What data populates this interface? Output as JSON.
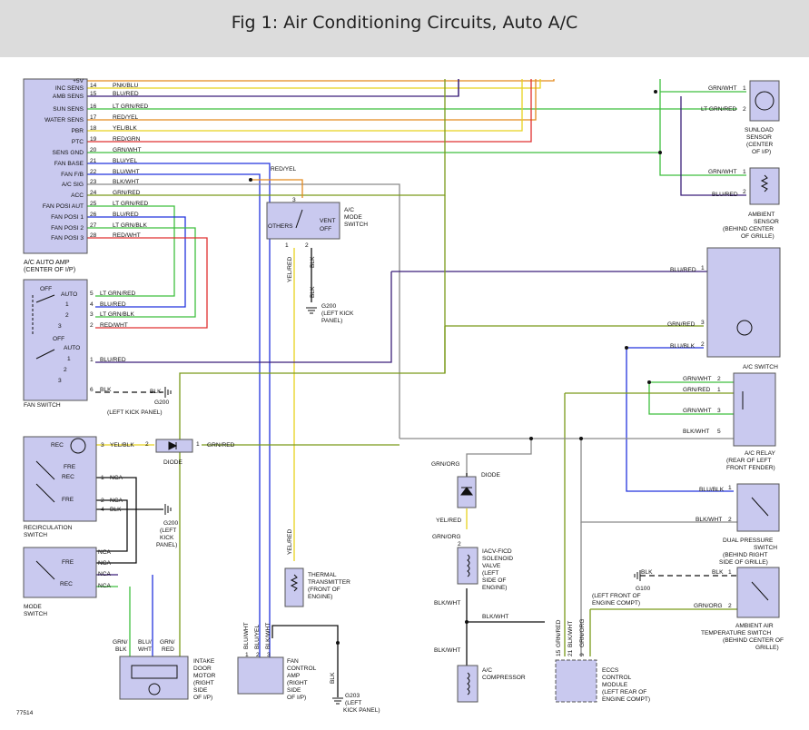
{
  "title": "Fig 1: Air Conditioning Circuits, Auto A/C",
  "figure_id": "77514",
  "colors": {
    "yellow": "#e8d21e",
    "green": "#3fbf3f",
    "blue": "#2233dd",
    "purple": "#3b1f7a",
    "red": "#e03030",
    "orange": "#e38a1e",
    "gray": "#8a8a8a",
    "olive": "#7a9a1a",
    "black": "#111111",
    "component_fill": "#c9c9ef"
  },
  "amp": {
    "pins": [
      {
        "label": "+5V",
        "num": "",
        "wire": "PNK/BLU"
      },
      {
        "label": "INC SENS",
        "num": "14",
        "wire": "PNK/BLU"
      },
      {
        "label": "AMB SENS",
        "num": "15",
        "wire": "BLU/RED"
      },
      {
        "label": "SUN SENS",
        "num": "16",
        "wire": "LT GRN/RED"
      },
      {
        "label": "WATER SENS",
        "num": "17",
        "wire": "RED/YEL"
      },
      {
        "label": "PBR",
        "num": "18",
        "wire": "YEL/BLK"
      },
      {
        "label": "PTC",
        "num": "19",
        "wire": "RED/GRN"
      },
      {
        "label": "SENS GND",
        "num": "20",
        "wire": "GRN/WHT"
      },
      {
        "label": "FAN BASE",
        "num": "21",
        "wire": "BLU/YEL"
      },
      {
        "label": "FAN F/B",
        "num": "22",
        "wire": "BLU/WHT"
      },
      {
        "label": "A/C SIG",
        "num": "23",
        "wire": "BLK/WHT"
      },
      {
        "label": "ACC",
        "num": "24",
        "wire": "GRN/RED"
      },
      {
        "label": "FAN POSI AUT",
        "num": "25",
        "wire": "LT GRN/RED"
      },
      {
        "label": "FAN POSI 1",
        "num": "26",
        "wire": "BLU/RED"
      },
      {
        "label": "FAN POSI 2",
        "num": "27",
        "wire": "LT GRN/BLK"
      },
      {
        "label": "FAN POSI 3",
        "num": "28",
        "wire": "RED/WHT"
      }
    ],
    "caption_1": "A/C AUTO AMP",
    "caption_2": "(CENTER OF I/P)"
  },
  "fan_switch": {
    "positions": [
      "OFF",
      "AUTO",
      "1",
      "2",
      "3",
      "OFF",
      "AUTO",
      "1",
      "2",
      "3"
    ],
    "pins": [
      {
        "num": "5",
        "wire": "LT GRN/RED"
      },
      {
        "num": "4",
        "wire": "BLU/RED"
      },
      {
        "num": "3",
        "wire": "LT GRN/BLK"
      },
      {
        "num": "2",
        "wire": "RED/WHT"
      },
      {
        "num": "1",
        "wire": "BLU/RED"
      },
      {
        "num": "6",
        "wire": "BLK"
      }
    ],
    "ground_wire": "BLK",
    "ground_label": "G200",
    "ground_caption": "(LEFT KICK PANEL)",
    "caption": "FAN SWITCH"
  },
  "ac_mode_switch": {
    "pin_top": "3",
    "pin_left": "1",
    "pin_right": "2",
    "label_others": "OTHERS",
    "label_vent": "VENT",
    "label_off": "OFF",
    "caption_1": "A/C",
    "caption_2": "MODE",
    "caption_3": "SWITCH",
    "wire_in": "RED/YEL",
    "wire_left": "YEL/RED",
    "wire_right": "BLK",
    "ground_wire": "BLK",
    "ground_label": "G200",
    "ground_caption_1": "(LEFT KICK",
    "ground_caption_2": "PANEL)"
  },
  "sunload": {
    "pin1": "1",
    "pin2": "2",
    "wire1": "GRN/WHT",
    "wire2": "LT GRN/RED",
    "caption": [
      "SUNLOAD",
      "SENSOR",
      "(CENTER",
      "OF I/P)"
    ]
  },
  "ambient": {
    "pin1": "1",
    "pin2": "2",
    "wire1": "GRN/WHT",
    "wire2": "BLU/RED",
    "caption": [
      "AMBIENT",
      "SENSOR",
      "(BEHIND CENTER",
      "OF GRILLE)"
    ]
  },
  "ac_switch": {
    "pin1": "1",
    "pin3": "3",
    "pin2": "2",
    "wire1": "BLU/RED",
    "wire3": "GRN/RED",
    "wire2": "BLU/BLK",
    "caption": "A/C SWITCH"
  },
  "ac_relay": {
    "pins": [
      {
        "num": "2",
        "wire": "GRN/WHT"
      },
      {
        "num": "1",
        "wire": "GRN/RED"
      },
      {
        "num": "3",
        "wire": "GRN/WHT"
      },
      {
        "num": "5",
        "wire": "BLK/WHT"
      }
    ],
    "caption": [
      "A/C RELAY",
      "(REAR OF LEFT",
      "FRONT FENDER)"
    ]
  },
  "dual_pressure": {
    "pin1": "1",
    "pin2": "2",
    "wire1": "BLU/BLK",
    "wire2": "BLK/WHT",
    "caption": [
      "DUAL PRESSURE",
      "SWITCH",
      "(BEHIND RIGHT",
      "SIDE OF GRILLE)"
    ]
  },
  "ambient_temp_switch": {
    "pin1": "1",
    "pin2": "2",
    "wire1": "BLK",
    "wire2": "GRN/ORG",
    "ground_wire": "BLK",
    "ground_label": "G100",
    "ground_caption": [
      "(LEFT FRONT OF",
      "ENGINE COMPT)"
    ],
    "caption": [
      "AMBIENT AIR",
      "TEMPERATURE SWITCH",
      "(BEHIND CENTER OF",
      "GRILLE)"
    ]
  },
  "recirc_switch": {
    "labels": [
      "REC",
      "FRE",
      "REC",
      "FRE"
    ],
    "pins": [
      {
        "num": "3",
        "wire": "YEL/BLK"
      },
      {
        "num": "1",
        "wire": "NCA"
      },
      {
        "num": "2",
        "wire": "NCA"
      },
      {
        "num": "4",
        "wire": "BLK"
      }
    ],
    "caption": [
      "RECIRCULATION",
      "SWITCH"
    ],
    "ground_label": "G200",
    "ground_caption": [
      "(LEFT",
      "KICK",
      "PANEL)"
    ]
  },
  "diode_top": {
    "pin2": "2",
    "pin1": "1",
    "wire_out": "GRN/RED",
    "caption": "DIODE"
  },
  "mode_switch": {
    "labels": [
      "FRE",
      "REC"
    ],
    "wires": [
      "NCA",
      "NCA",
      "NCA",
      "NCA"
    ],
    "caption": [
      "MODE",
      "SWITCH"
    ]
  },
  "intake_motor": {
    "wires": [
      "GRN/",
      "BLK",
      "BLU/",
      "WHT",
      "GRN/",
      "RED"
    ],
    "caption": [
      "INTAKE",
      "DOOR",
      "MOTOR",
      "(RIGHT",
      "SIDE",
      "OF I/P)"
    ]
  },
  "thermal": {
    "wire": "YEL/RED",
    "caption": [
      "THERMAL",
      "TRANSMITTER",
      "(FRONT OF",
      "ENGINE)"
    ]
  },
  "fan_amp": {
    "pins": [
      "1",
      "2",
      "3"
    ],
    "wires": [
      "BLU/WHT",
      "BLU/YEL",
      "BLK/WHT"
    ],
    "caption": [
      "FAN",
      "CONTROL",
      "AMP",
      "(RIGHT",
      "SIDE",
      "OF I/P)"
    ],
    "ground_wire": "BLK",
    "ground_label": "G203",
    "ground_caption": [
      "(LEFT",
      "KICK PANEL)"
    ]
  },
  "diode_mid": {
    "wire_top": "GRN/ORG",
    "wire_bottom": "YEL/RED",
    "caption": "DIODE"
  },
  "solenoid": {
    "wire_top": "GRN/ORG",
    "pin": "2",
    "wire_bottom": "BLK/WHT",
    "caption": [
      "IACV-FICD",
      "SOLENOID",
      "VALVE",
      "(LEFT",
      "SIDE OF",
      "ENGINE)"
    ]
  },
  "compressor": {
    "wire_junction": "BLK/WHT",
    "wire_in": "BLK/WHT",
    "caption": [
      "A/C",
      "COMPRESSOR"
    ]
  },
  "eccs": {
    "pins": [
      "15",
      "21",
      "9"
    ],
    "wires": [
      "GRN/RED",
      "BLK/WHT",
      "GRN/ORG"
    ],
    "caption": [
      "ECCS",
      "CONTROL",
      "MODULE",
      "(LEFT REAR OF",
      "ENGINE COMPT)"
    ]
  }
}
